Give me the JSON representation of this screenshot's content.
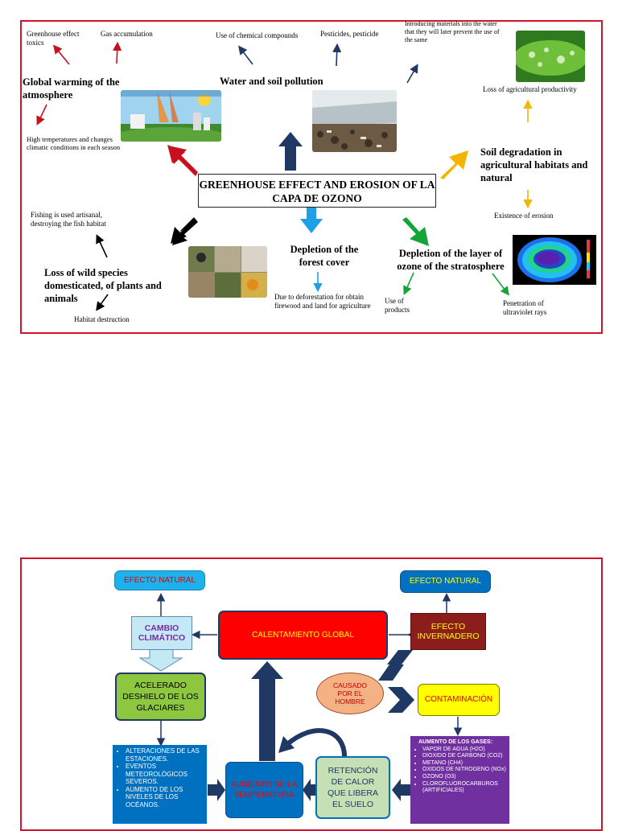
{
  "top": {
    "center_title": "GREENHOUSE EFFECT AND EROSION OF LA CAPA DE OZONO",
    "global_warming": {
      "heading": "Global warming of the atmosphere",
      "effect_1": "Greenhouse effect toxics",
      "effect_2": "Gas accumulation",
      "effect_3": "High temperatures and changes climatic conditions in each season"
    },
    "water_soil": {
      "heading": "Water and soil pollution",
      "cause_1": "Use of chemical compounds",
      "cause_2": "Pesticides, pesticide",
      "cause_3": "Introducing materials into the water that they will later prevent the use of the same"
    },
    "soil_degradation": {
      "heading": "Soil degradation in agricultural habitats and natural",
      "effect_1": "Loss of agricultural productivity",
      "effect_2": "Existence of erosion"
    },
    "wild_species": {
      "heading": "Loss of wild species domesticated, of plants and animals",
      "cause_1": "Fishing is used artisanal, destroying the fish habitat",
      "cause_2": "Habitat destruction"
    },
    "forest": {
      "heading": "Depletion of the forest cover",
      "cause_1": "Due to deforestation for obtain firewood and land for agriculture"
    },
    "ozone": {
      "heading": "Depletion of the layer of ozone of the stratosphere",
      "cause_1": "Use of products",
      "cause_2": "Penetration of ultraviolet rays"
    }
  },
  "bottom": {
    "efecto_natural_left": "EFECTO NATURAL",
    "efecto_natural_right": "EFECTO NATURAL",
    "cambio_climatico": "CAMBIO CLIMÁTICO",
    "calentamiento_global": "CALENTAMIENTO GLOBAL",
    "efecto_invernadero": "EFECTO INVERNADERO",
    "causado_hombre": "CAUSADO POR EL HOMBRE",
    "contaminacion": "CONTAMINACIÓN",
    "deshielo": "ACELERADO DESHIELO DE LOS GLACIARES",
    "alteraciones": [
      "ALTERACIONES DE LAS ESTACIONES.",
      "EVENTOS METEOROLÓGICOS SEVEROS.",
      "AUMENTO DE LOS NIVELES DE LOS OCÉANOS."
    ],
    "aumento_temperatura": "AUMENTO DE LA TEMPERATURA",
    "retencion_calor": "RETENCIÓN DE CALOR QUE LIBERA EL SUELO",
    "gases_title": "AUMENTO DE LOS GASES:",
    "gases": [
      "VAPOR DE AGUA (H2O)",
      "DIOXIDO DE CARBONO (CO2)",
      "METANO (CH4)",
      "OXIDOS DE NITROGENO (NOx)",
      "OZONO (O3)",
      "CLOROFLUOROCARBUROS (ARTIFICIALES)"
    ]
  },
  "colors": {
    "frame_red": "#d0142c",
    "arrow_red": "#c8101e",
    "arrow_navy": "#1f3864",
    "arrow_orange": "#f4b400",
    "arrow_black": "#000000",
    "arrow_cyan": "#1ea0e6",
    "arrow_green": "#13a538",
    "box_cyan": "#1fb1ec",
    "box_red": "#ff0000",
    "box_maroon": "#8b1d1d",
    "box_green": "#8dc63f",
    "box_blue": "#0070c0",
    "box_purple": "#7030a0",
    "box_yellow": "#ffff00",
    "box_peach": "#f4b183",
    "box_light_green": "#c5e0b4"
  }
}
